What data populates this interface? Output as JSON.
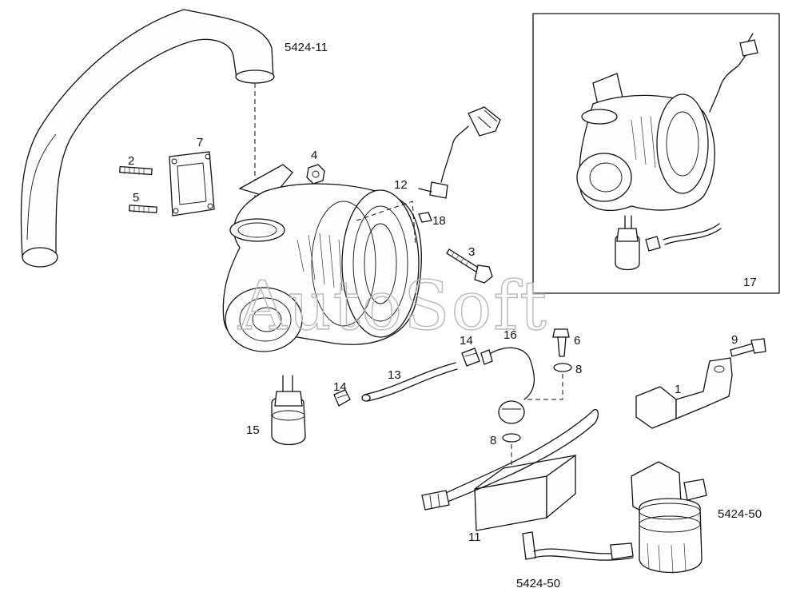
{
  "watermark": "AutoSoft",
  "callouts": {
    "c1": "1",
    "c2": "2",
    "c3": "3",
    "c4": "4",
    "c5": "5",
    "c6": "6",
    "c7": "7",
    "c8a": "8",
    "c8b": "8",
    "c9": "9",
    "c11": "11",
    "c12": "12",
    "c13": "13",
    "c14a": "14",
    "c14b": "14",
    "c15": "15",
    "c16": "16",
    "c17": "17",
    "c18": "18"
  },
  "references": {
    "pipe": "5424-11",
    "filter": "5424-50",
    "fitting": "5424-50"
  },
  "colors": {
    "line": "#111111",
    "watermark": "#b9b9b9",
    "background": "#ffffff"
  }
}
